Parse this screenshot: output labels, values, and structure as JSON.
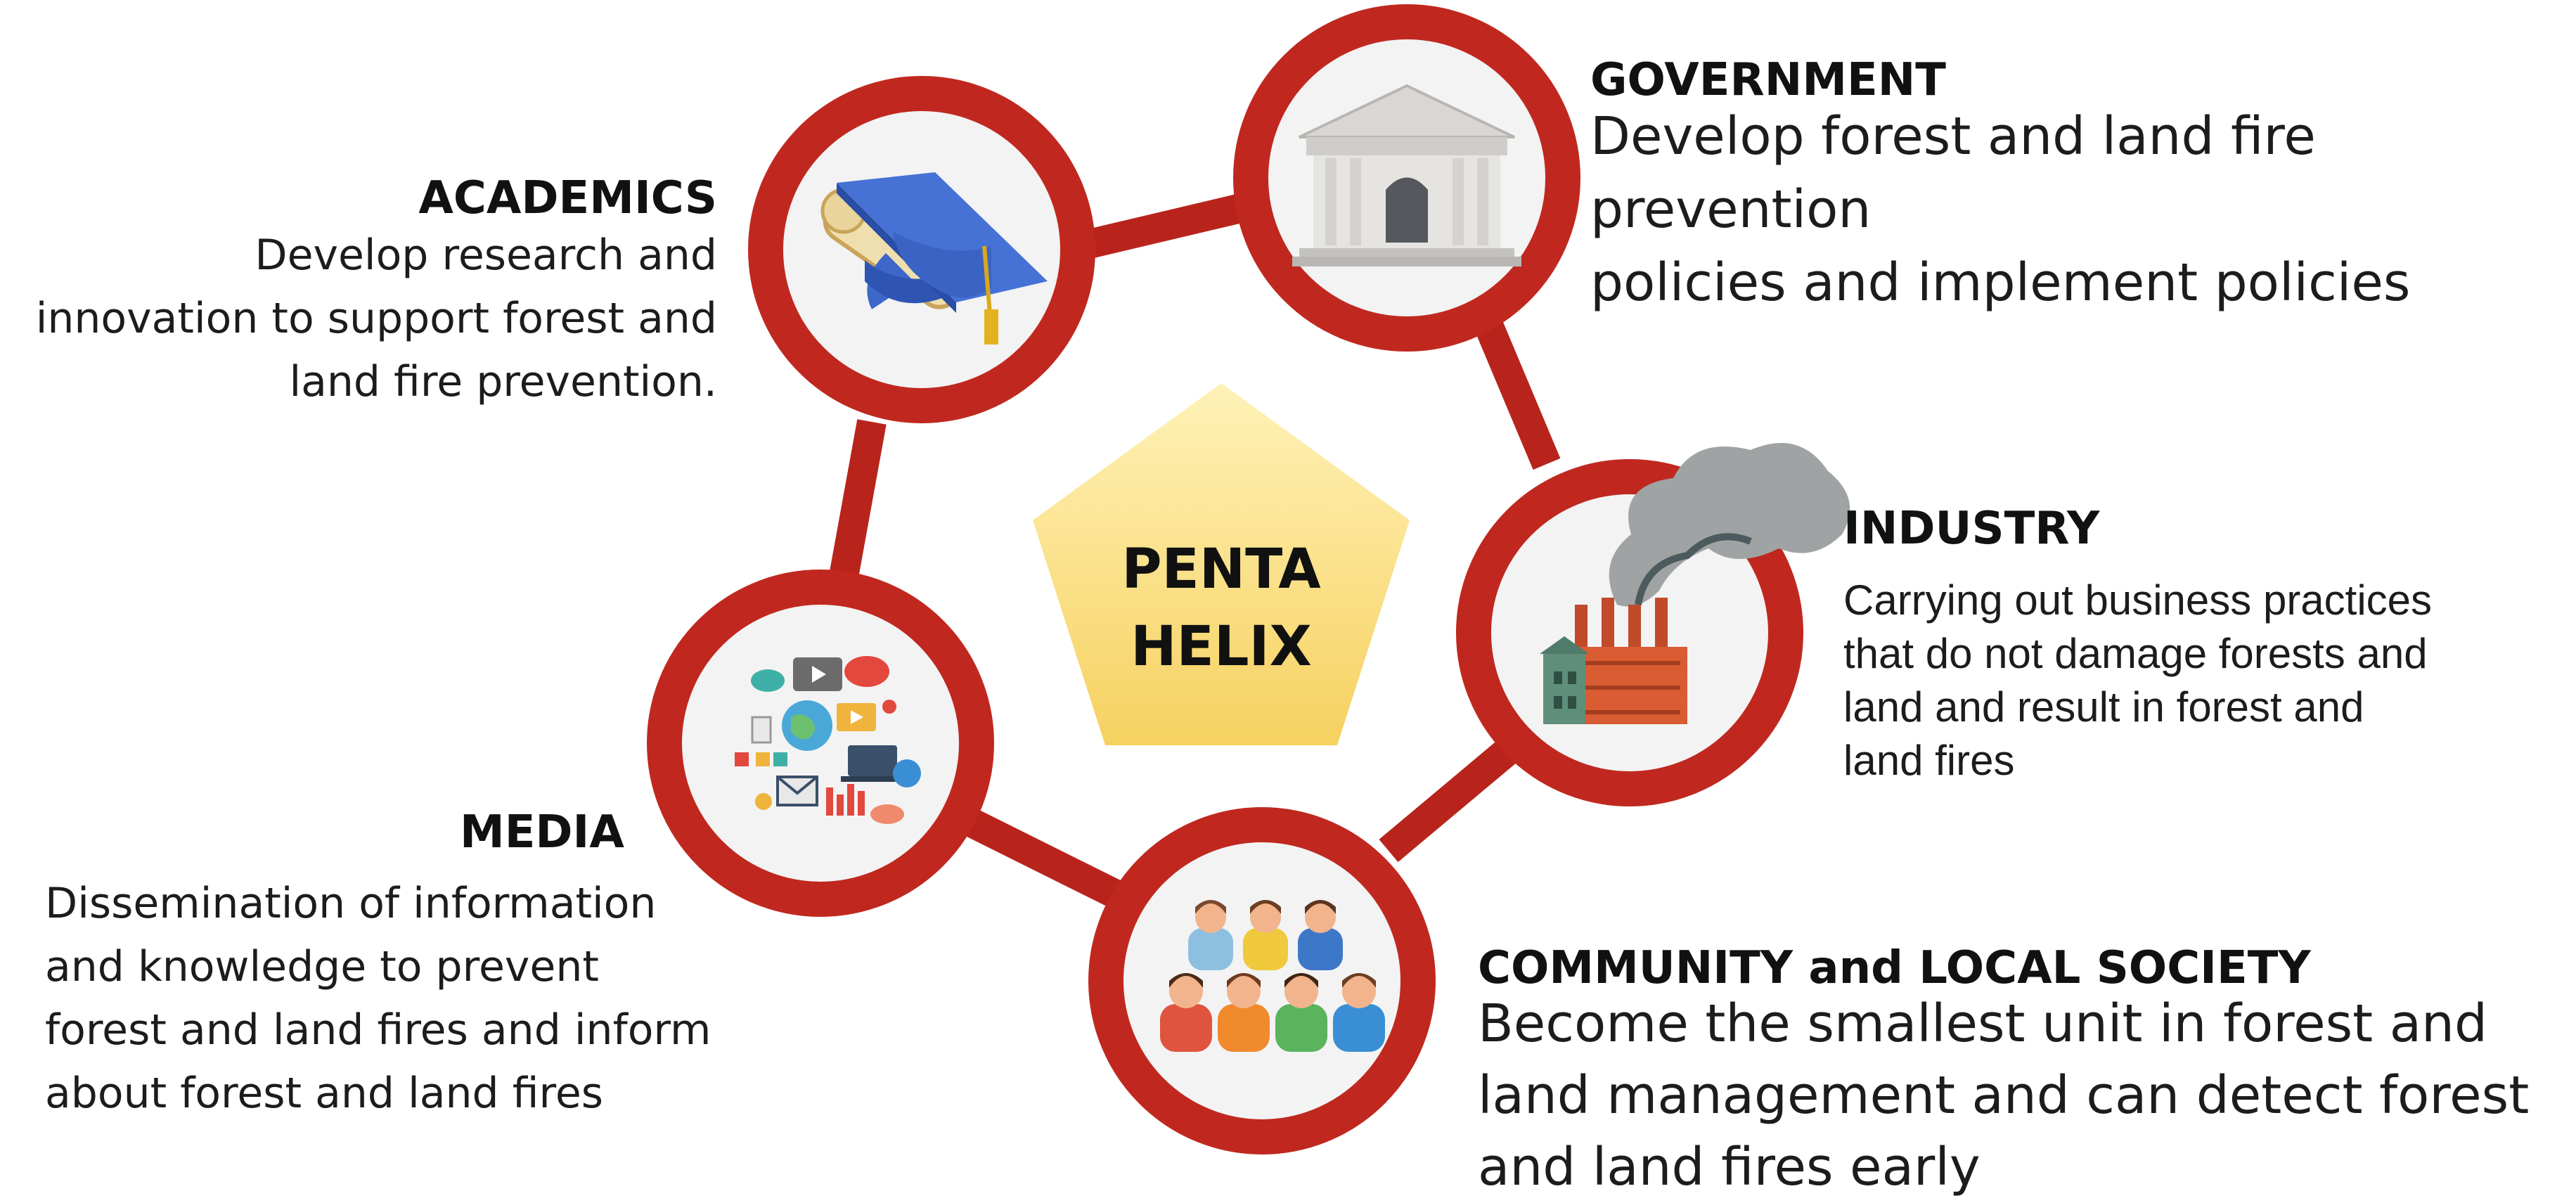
{
  "center": {
    "line1": "PENTA",
    "line2": "HELIX"
  },
  "colors": {
    "ring": "#c0281f",
    "connector": "#b8241b",
    "node_fill": "#f3f3f3",
    "pentagon_top": "#fff0b3",
    "pentagon_bottom": "#f7d66e"
  },
  "nodes": {
    "academics": {
      "title": "ACADEMICS",
      "lines": [
        "Develop research and",
        "innovation to support forest and",
        "land fire prevention."
      ],
      "icon": "graduation-cap-diploma-icon"
    },
    "government": {
      "title": "GOVERNMENT",
      "lines": [
        "Develop forest and land fire prevention",
        "policies and implement policies"
      ],
      "icon": "government-building-icon"
    },
    "industry": {
      "title": "INDUSTRY",
      "lines": [
        "Carrying out business practices",
        "that do not damage forests and",
        "land and result in forest and",
        "land fires"
      ],
      "icon": "factory-smoke-icon"
    },
    "community": {
      "title": "COMMUNITY and LOCAL SOCIETY",
      "lines": [
        "Become the smallest unit in forest and",
        "land management and can detect forest",
        "and land fires early"
      ],
      "icon": "people-group-icon"
    },
    "media": {
      "title": "MEDIA",
      "lines": [
        "Dissemination of information",
        "and knowledge to prevent",
        "forest and land fires and inform",
        "about forest and land fires"
      ],
      "icon": "media-collage-icon"
    }
  }
}
